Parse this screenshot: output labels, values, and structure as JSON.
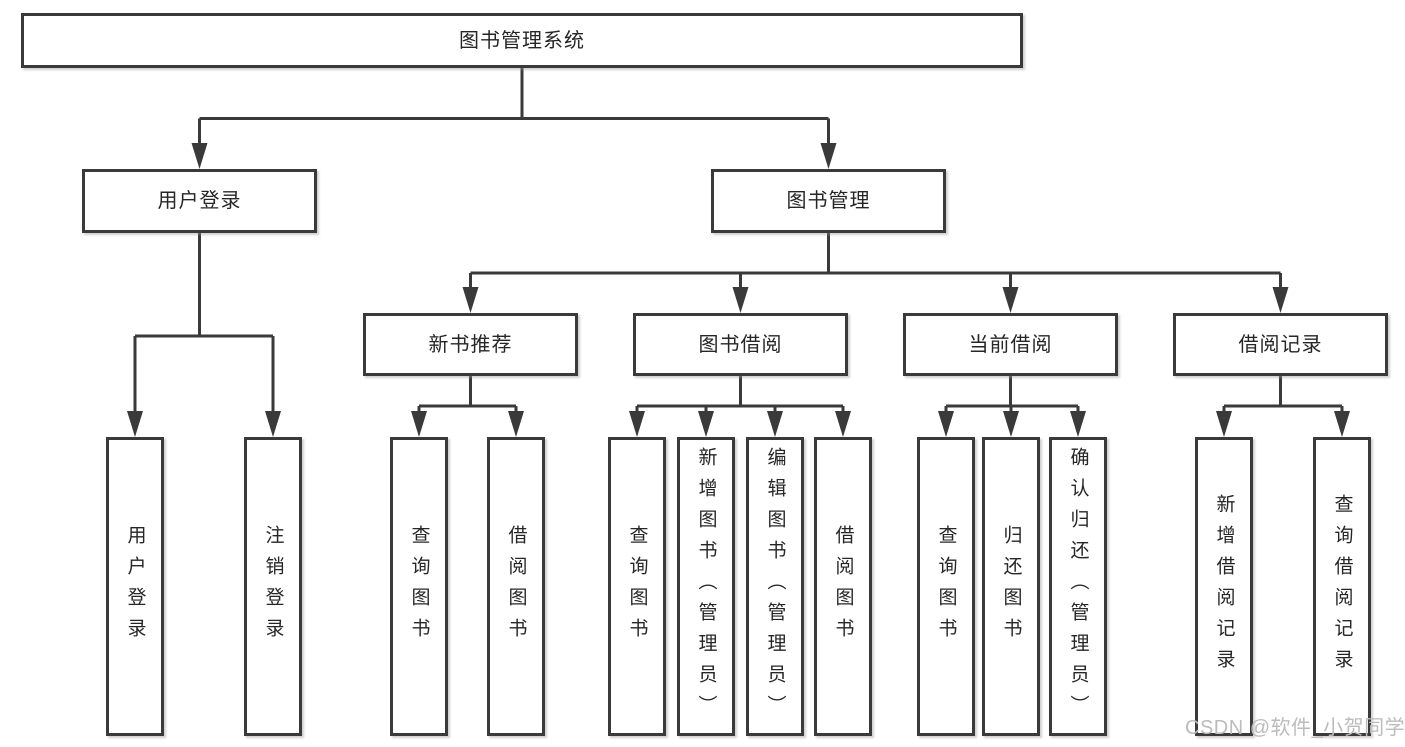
{
  "tree": {
    "root": {
      "label": "图书管理系统"
    },
    "branches": [
      {
        "label": "用户登录",
        "children": [
          {
            "label": "用户登录"
          },
          {
            "label": "注销登录"
          }
        ]
      },
      {
        "label": "图书管理",
        "sections": [
          {
            "label": "新书推荐",
            "children": [
              {
                "label": "查询图书"
              },
              {
                "label": "借阅图书"
              }
            ]
          },
          {
            "label": "图书借阅",
            "children": [
              {
                "label": "查询图书"
              },
              {
                "label": "新增图书（管理员）"
              },
              {
                "label": "编辑图书（管理员）"
              },
              {
                "label": "借阅图书"
              }
            ]
          },
          {
            "label": "当前借阅",
            "children": [
              {
                "label": "查询图书"
              },
              {
                "label": "归还图书"
              },
              {
                "label": "确认归还（管理员）"
              }
            ]
          },
          {
            "label": "借阅记录",
            "children": [
              {
                "label": "新增借阅记录"
              },
              {
                "label": "查询借阅记录"
              }
            ]
          }
        ]
      }
    ]
  },
  "watermark": {
    "text": "CSDN @软件_小贺同学"
  },
  "colors": {
    "line": "#3a3a3a",
    "text": "#262626",
    "watermark": "#bcbcbc",
    "background": "#ffffff"
  }
}
